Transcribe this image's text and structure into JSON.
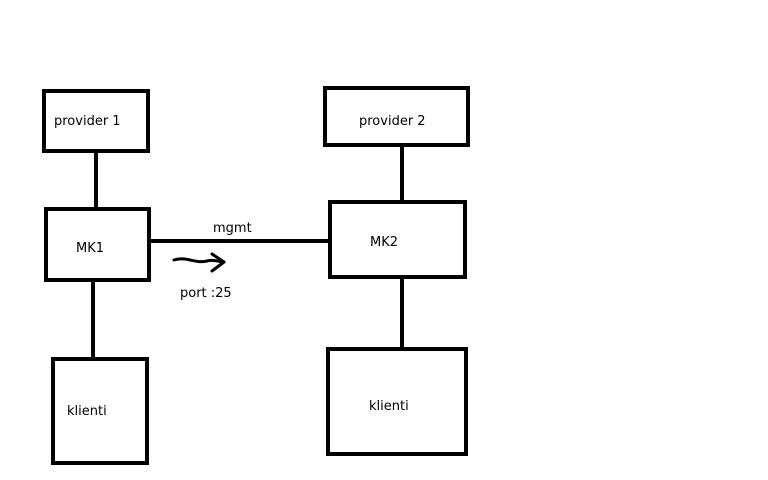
{
  "diagram": {
    "nodes": {
      "provider1": "provider 1",
      "provider2": "provider 2",
      "mk1": "MK1",
      "mk2": "MK2",
      "klienti1": "klienti",
      "klienti2": "klienti"
    },
    "link_label": "mgmt",
    "port_label": "port :25"
  }
}
